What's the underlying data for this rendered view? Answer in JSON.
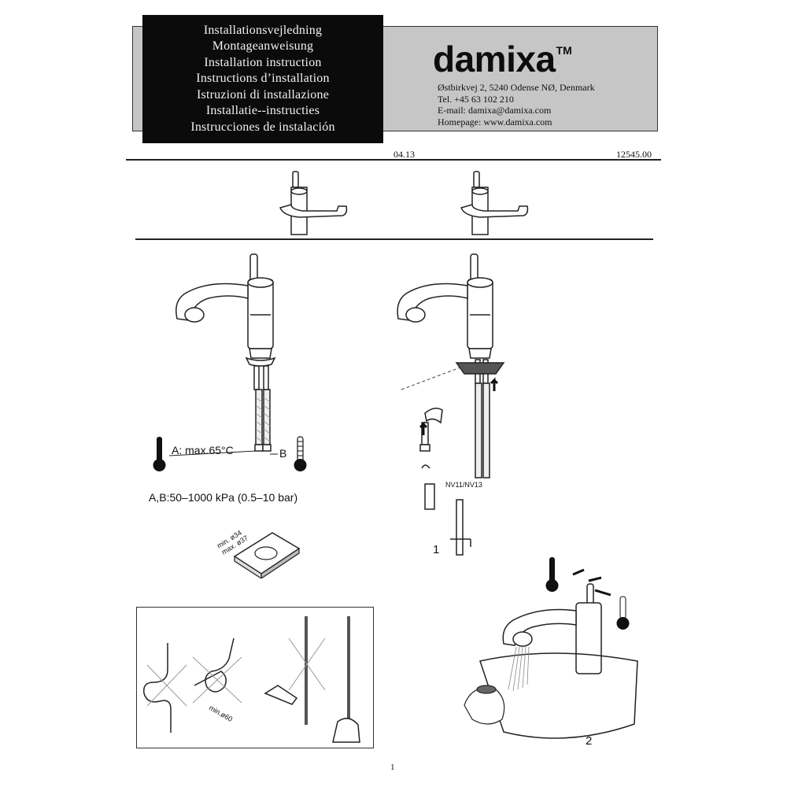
{
  "header": {
    "titles": [
      "Installationsvejledning",
      "Montageanweisung",
      "Installation instruction",
      "Instructions d’installation",
      "Istruzioni di installazione",
      "Installatie--instructies",
      "Instrucciones de instalación"
    ],
    "brand": "damixa",
    "trademark": "TM",
    "address": "Østbirkvej 2, 5240 Odense NØ, Denmark",
    "phone": "Tel. +45 63 102 210",
    "email": "E-mail: damixa@damixa.com",
    "homepage": "Homepage: www.damixa.com"
  },
  "meta": {
    "date": "04.13",
    "doc_number": "12545.00",
    "page": "1"
  },
  "figures": {
    "supply_a": "A:  max.65°C",
    "supply_b": "B",
    "pressure": "A,B:50–1000 kPa (0.5–10 bar)",
    "min_diameter": "min. ø34",
    "max_diameter": "max. ø37",
    "wrench_label": "NV11/NV13",
    "bend_radius": "min.ø60",
    "step1": "1",
    "step2": "2"
  }
}
